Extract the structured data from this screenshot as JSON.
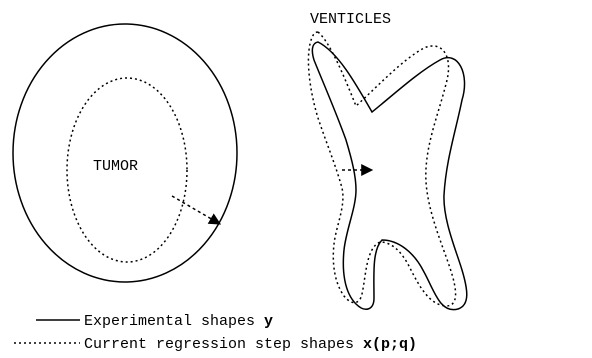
{
  "labels": {
    "tumor": "TUMOR",
    "venticles": "VENTICLES"
  },
  "legend": {
    "solid": {
      "text": "Experimental shapes ",
      "symbol": "y"
    },
    "dashed": {
      "text": "Current regression step shapes ",
      "symbol": "x(p;q)"
    }
  },
  "colors": {
    "stroke": "#000000",
    "background": "#ffffff"
  }
}
